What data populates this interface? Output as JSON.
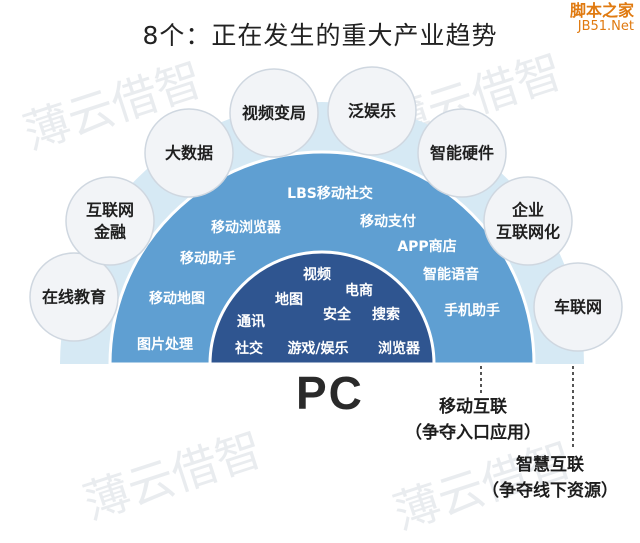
{
  "title": "8个：正在发生的重大产业趋势",
  "badge": {
    "line1": "脚本之家",
    "line2": "JB51.Net"
  },
  "watermark": "薄云借智",
  "core_label": "PC",
  "inner_items": [
    "视频",
    "地图",
    "电商",
    "通讯",
    "安全",
    "搜索",
    "社交",
    "游戏/娱乐",
    "浏览器"
  ],
  "middle_items": [
    "LBS移动社交",
    "移动浏览器",
    "移动支付",
    "移动助手",
    "APP商店",
    "智能语音",
    "移动地图",
    "手机助手",
    "图片处理"
  ],
  "outer_bubbles": [
    "在线教育",
    "互联网\n金融",
    "大数据",
    "视频变局",
    "泛娱乐",
    "智能硬件",
    "企业\n互联网化",
    "车联网"
  ],
  "captions": {
    "mobile": {
      "title": "移动互联",
      "sub": "（争夺入口应用）"
    },
    "smart": {
      "title": "智慧互联",
      "sub": "（争夺线下资源）"
    }
  },
  "colors": {
    "outer_band": "#d6e9f4",
    "middle_band": "#5f9fd2",
    "inner_core": "#2f5590",
    "bubble_fill": "#f2f4f7",
    "bubble_stroke": "#cfd7e0"
  }
}
